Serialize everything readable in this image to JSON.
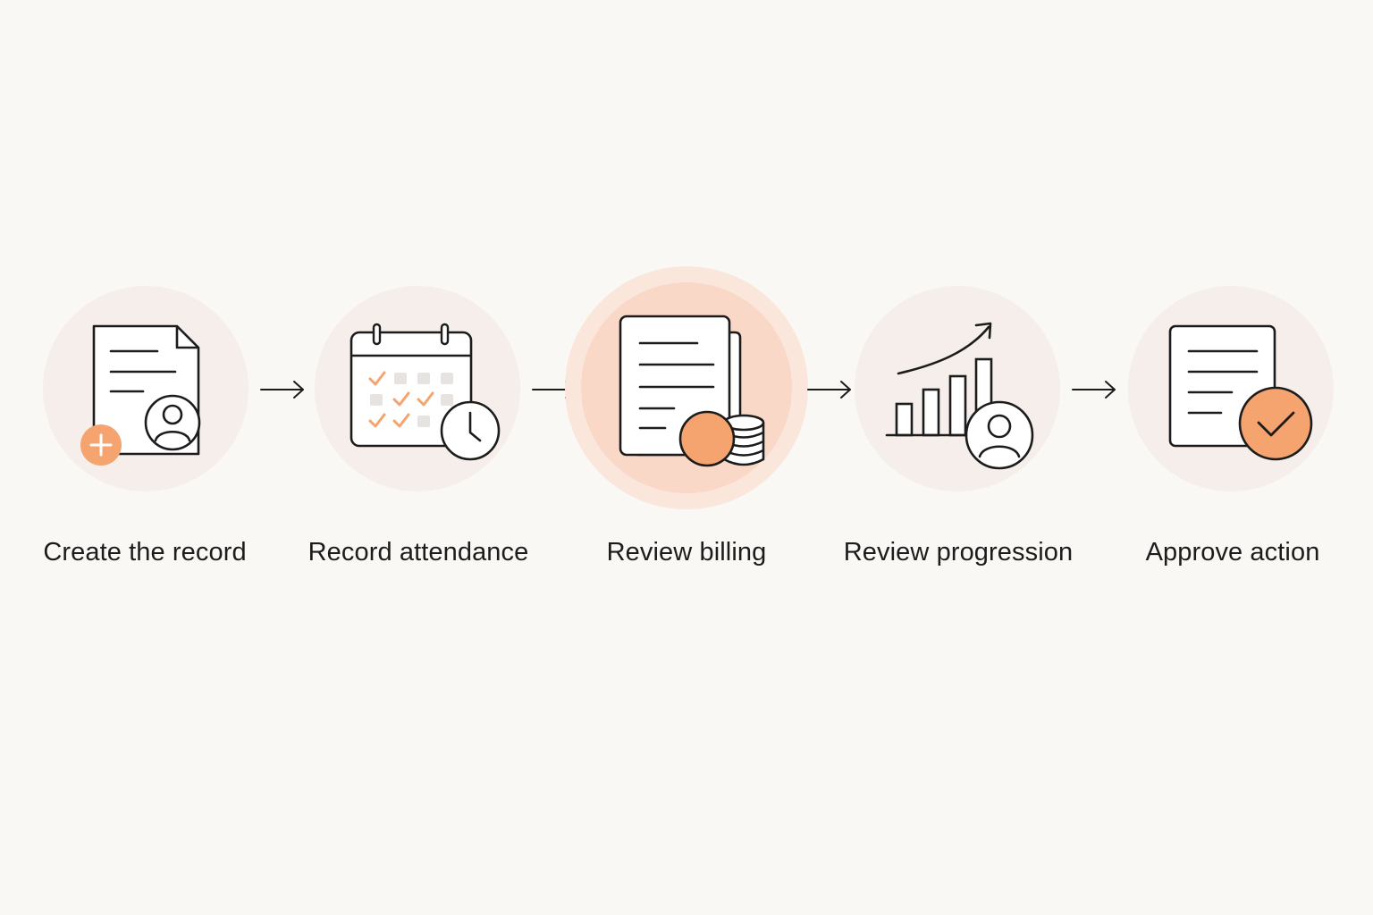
{
  "accent_color": "#f5a46f",
  "steps": [
    {
      "label": "Create the record",
      "icon": "document-user-plus-icon",
      "active": false
    },
    {
      "label": "Record attendance",
      "icon": "calendar-clock-icon",
      "active": false
    },
    {
      "label": "Review billing",
      "icon": "invoice-coins-icon",
      "active": true
    },
    {
      "label": "Review progression",
      "icon": "growth-chart-user-icon",
      "active": false
    },
    {
      "label": "Approve action",
      "icon": "document-check-icon",
      "active": false
    }
  ]
}
